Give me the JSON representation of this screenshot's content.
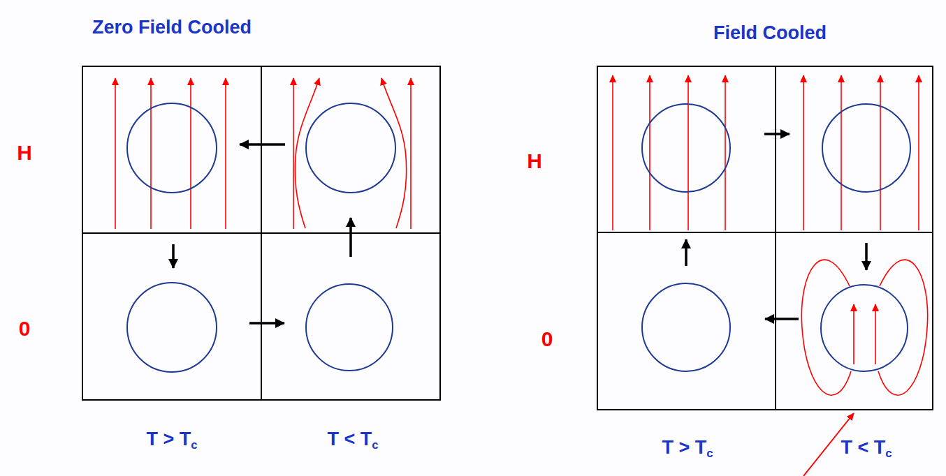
{
  "diagram": {
    "labels": [
      "Zero Field Cooled",
      "H",
      "0",
      "T > Tc",
      "T < Tc",
      "Field Cooled",
      "H",
      "0",
      "T > Tc",
      "T < Tc"
    ]
  }
}
